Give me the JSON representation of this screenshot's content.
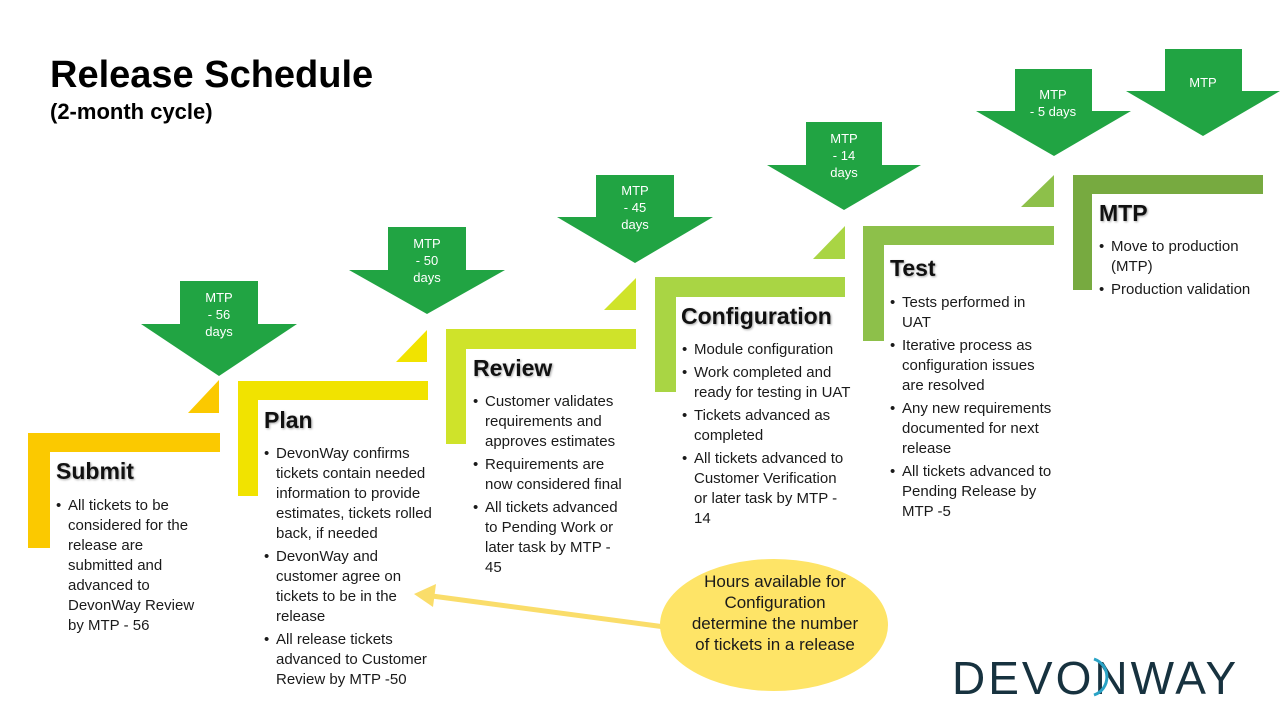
{
  "title": "Release Schedule",
  "subtitle": "(2-month cycle)",
  "colors": {
    "gold": "#fbc900",
    "yellow": "#f1e300",
    "lime": "#cfe32a",
    "green_light": "#a9d544",
    "green_mid": "#8dc04a",
    "green_dark": "#77aa40",
    "arrow_green": "#21a443",
    "callout_fill": "#fee467",
    "callout_arrow": "#fadd6a",
    "logo_dark": "#17323f",
    "logo_accent": "#2aa3c6"
  },
  "stages": [
    {
      "title": "Submit",
      "bullets": [
        "All tickets to be considered for the release are submitted and advanced to DevonWay Review by MTP - 56"
      ]
    },
    {
      "title": "Plan",
      "bullets": [
        "DevonWay confirms tickets contain needed information to provide estimates, tickets rolled back, if needed",
        "DevonWay and customer agree on tickets to be in the release",
        "All release tickets advanced to Customer Review by MTP -50"
      ]
    },
    {
      "title": "Review",
      "bullets": [
        "Customer validates requirements and approves estimates",
        "Requirements are now considered final",
        "All tickets advanced to Pending Work or later task by MTP - 45"
      ]
    },
    {
      "title": "Configuration",
      "bullets": [
        "Module configuration",
        "Work completed and ready for testing in UAT",
        "Tickets advanced as completed",
        "All tickets advanced to Customer Verification or later task by MTP - 14"
      ]
    },
    {
      "title": "Test",
      "bullets": [
        "Tests performed in UAT",
        "Iterative process as configuration issues are resolved",
        "Any new requirements documented for next release",
        "All tickets advanced to Pending Release by MTP -5"
      ]
    },
    {
      "title": "MTP",
      "bullets": [
        "Move to production (MTP)",
        "Production validation"
      ]
    }
  ],
  "milestones": [
    {
      "lines": [
        "MTP",
        "- 56",
        "days"
      ]
    },
    {
      "lines": [
        "MTP",
        "- 50",
        "days"
      ]
    },
    {
      "lines": [
        "MTP",
        "- 45",
        "days"
      ]
    },
    {
      "lines": [
        "MTP",
        "- 14",
        "days"
      ]
    },
    {
      "lines": [
        "MTP",
        "- 5 days"
      ]
    },
    {
      "lines": [
        "MTP"
      ]
    }
  ],
  "callout": "Hours available for Configuration determine the number of tickets in a release",
  "logo": "DEVONWAY"
}
